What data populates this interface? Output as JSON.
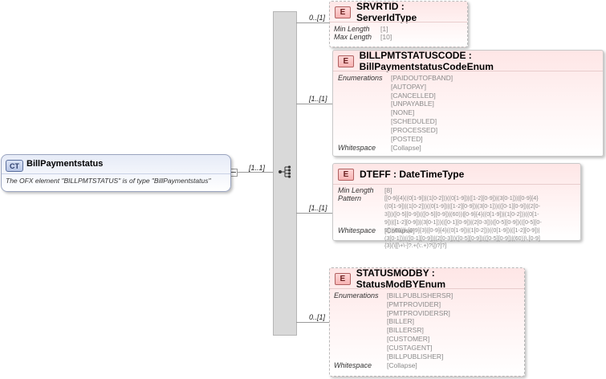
{
  "root": {
    "badge": "CT",
    "name": "BillPaymentstatus",
    "description": "The OFX element \"BILLPMTSTATUS\" is of type \"BillPaymentstatus\"",
    "cardinality": "[1..1]"
  },
  "elements": [
    {
      "badge": "E",
      "name": "SRVRTID : ServerIdType",
      "cardinality": "0..[1]",
      "facets": [
        {
          "label": "Min Length",
          "values": [
            "[1]"
          ]
        },
        {
          "label": "Max Length",
          "values": [
            "[10]"
          ]
        }
      ]
    },
    {
      "badge": "E",
      "name": "BILLPMTSTATUSCODE : BillPaymentstatusCodeEnum",
      "cardinality": "[1..[1]",
      "facets": [
        {
          "label": "Enumerations",
          "values": [
            "[PAIDOUTOFBAND]",
            "[AUTOPAY]",
            "[CANCELLED]",
            "[UNPAYABLE]",
            "[NONE]",
            "[SCHEDULED]",
            "[PROCESSED]",
            "[POSTED]"
          ]
        },
        {
          "label": "Whitespace",
          "values": [
            "[Collapse]"
          ]
        }
      ]
    },
    {
      "badge": "E",
      "name": "DTEFF : DateTimeType",
      "cardinality": "[1..[1]",
      "facets": [
        {
          "label": "Min Length",
          "values": [
            "[8]"
          ]
        },
        {
          "label": "Pattern",
          "values": [
            "[[0-9]{4}((0[1-9])|(1[0-2]))((0[1-9])|([1-2][0-9])|(3[0-1]))|[0-9]{4}",
            "((0[1-9])|(1[0-2]))((0[1-9])|([1-2][0-9])|(3[0-1]))(([0-1][0-9])|(2[0-",
            "3]))([0-5][0-9])(([0-5][0-9])|(60))|[0-9]{4}((0[1-9])|(1[0-2]))((0[1-",
            "9])|([1-2][0-9])|(3[0-1]))(([0-1][0-9])|(2[0-3]))([0-5][0-9])(([0-5][0-",
            "9])|(60))\\.[0-9]{3}|[0-9]{4}((0[1-9])|(1[0-2]))((0[1-9])|([1-2][0-9])|",
            "(3[0-1]))(([0-1][0-9])|(2[0-3]))([0-5][0-9])(([0-5][0-9])|(60))\\.[0-9]",
            "{3}(\\[[\\+\\-]?.+(\\:.+)?\\])?]?]"
          ]
        },
        {
          "label": "Whitespace",
          "values": [
            "[Collapse]"
          ]
        }
      ]
    },
    {
      "badge": "E",
      "name": "STATUSMODBY : StatusModBYEnum",
      "cardinality": "0..[1]",
      "facets": [
        {
          "label": "Enumerations",
          "values": [
            "[BILLPUBLISHERSR]",
            "[PMTPROVIDER]",
            "[PMTPROVIDERSR]",
            "[BILLER]",
            "[BILLERSR]",
            "[CUSTOMER]",
            "[CUSTAGENT]",
            "[BILLPUBLISHER]"
          ]
        },
        {
          "label": "Whitespace",
          "values": [
            "[Collapse]"
          ]
        }
      ]
    }
  ]
}
